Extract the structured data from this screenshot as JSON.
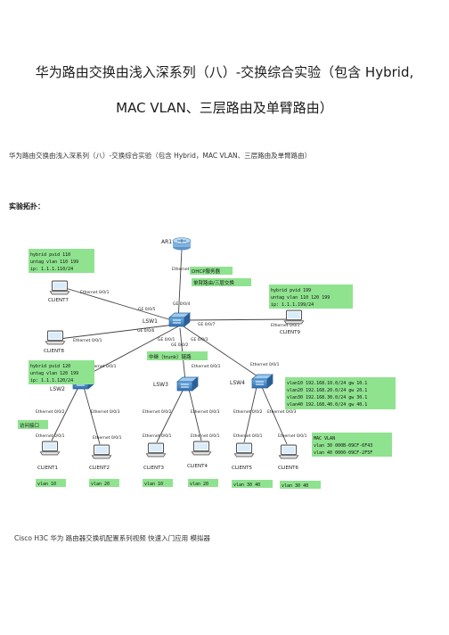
{
  "document": {
    "title_line1": "华为路由交换由浅入深系列（八）-交换综合实验（包含 Hybrid,",
    "title_line2": "MAC VLAN、三层路由及单臂路由）",
    "subtitle": "华为路由交换由浅入深系列（八）-交换综合实验（包含 Hybrid，MAC VLAN、三层路由及单臂路由）",
    "section_heading": "实验拓扑：",
    "footer": "Cisco H3C  华为  路由器交换机配置系列视频  快速入门应用  模拟器"
  },
  "topology": {
    "devices": {
      "ar1": "AR1",
      "lsw1": "LSW1",
      "lsw2": "LSW2",
      "lsw3": "LSW3",
      "lsw4": "LSW4",
      "client1": "CLIENT1",
      "client2": "CLIENT2",
      "client3": "CLIENT3",
      "client4": "CLIENT4",
      "client5": "CLIENT5",
      "client6": "CLIENT6",
      "client7": "CLIENT7",
      "client8": "CLIENT8",
      "client9": "CLIENT9"
    },
    "ports": {
      "ar1_down": "Ethernet 0/0/0",
      "lsw1_up": "GE 0/0/4",
      "lsw1_c7": "GE 0/0/5",
      "c7_eth": "Ethernet 0/0/1",
      "lsw1_c8": "GE 0/0/6",
      "c8_eth": "Ethernet 0/0/1",
      "lsw1_c9": "GE 0/0/7",
      "c9_eth": "Ethernet 0/0/1",
      "lsw1_lsw2": "GE 0/0/1",
      "lsw1_lsw3": "GE 0/0/2",
      "lsw1_lsw4": "GE 0/0/3",
      "lsw2_up": "Ethernet 0/0/1",
      "lsw2_c1": "Ethernet 0/0/2",
      "lsw2_c2": "Ethernet 0/0/3",
      "c1_eth": "Ethernet 0/0/1",
      "c2_eth": "Ethernet 0/0/1",
      "lsw3_up": "Ethernet 0/0/1",
      "lsw3_c3": "Ethernet 0/0/2",
      "lsw3_c4": "Ethernet 0/0/3",
      "c3_eth": "Ethernet 0/0/1",
      "c4_eth": "Ethernet 0/0/1",
      "lsw4_up": "Ethernet 0/0/1",
      "lsw4_c5": "Ethernet 0/0/2",
      "lsw4_c6": "Ethernet 0/0/3",
      "c5_eth": "Ethernet 0/0/1",
      "c6_eth": "Ethernet 0/0/1"
    },
    "notes": {
      "dhcp": "DHCP服务器",
      "single_arm": "单臂路由/三层交换",
      "trunk": "中继（trunk）链路",
      "access": "访问接口",
      "c7_box": [
        "hybrid pvid 110",
        "untag vlan 110 199",
        "ip: 1.1.1.110/24"
      ],
      "c9_box": [
        "hybrid pvid 199",
        "untag vlan 110 120 199",
        "ip: 1.1.1.199/24"
      ],
      "lsw2_box": [
        "hybrid pvid 120",
        "untag vlan 120 199",
        "ip: 1.1.1.120/24"
      ],
      "vlan_box": [
        "vlan10 192.168.10.0/24 gw 10.1",
        "vlan20 192.168.20.0/24 gw 20.1",
        "vlan30 192.168.30.0/24 gw 30.1",
        "vlan40 192.168.40.0/24 gw 40.1"
      ],
      "mac_box": [
        "MAC VLAN",
        "vlan 30 000B-09CF-6F43",
        "vlan 40 0000-09CF-2F5F"
      ],
      "v1": "vlan 10",
      "v2": "vlan 20",
      "v3": "vlan 10",
      "v4": "vlan 20",
      "v5": "vlan 30 40",
      "v6": "vlan 30 40"
    },
    "colors": {
      "note_bg": "#8fe38f",
      "link": "#444444",
      "switch": "#3d86c6",
      "router": "#7fb3e0"
    }
  }
}
